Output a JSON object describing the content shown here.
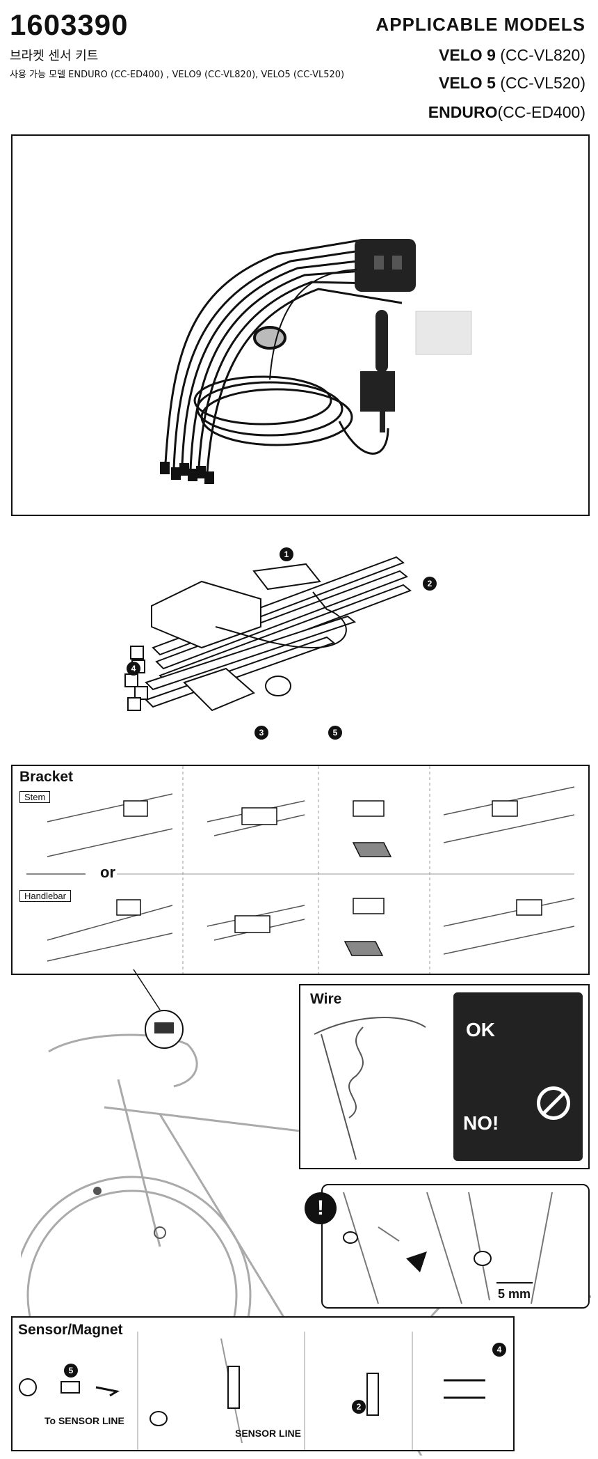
{
  "header": {
    "part_number": "1603390",
    "title_ko": "브라켓 센서 키트",
    "subtitle_ko": "사용 가능 모델 ENDURO (CC-ED400) , VELO9 (CC-VL820), VELO5 (CC-VL520)",
    "applicable_label": "APPLICABLE MODELS",
    "models": [
      {
        "name": "VELO 9",
        "code": "(CC-VL820)"
      },
      {
        "name": "VELO 5",
        "code": "(CC-VL520)"
      },
      {
        "name": "ENDURO",
        "code": "(CC-ED400)"
      }
    ]
  },
  "parts_diagram": {
    "callouts": [
      "1",
      "2",
      "3",
      "4",
      "5"
    ]
  },
  "bracket_panel": {
    "title": "Bracket",
    "stem_tag": "Stem",
    "or_text": "or",
    "handlebar_tag": "Handlebar"
  },
  "wire_panel": {
    "title": "Wire",
    "ok_text": "OK",
    "no_text": "NO!"
  },
  "gap_panel": {
    "gap_text": "5 mm"
  },
  "sensor_panel": {
    "title": "Sensor/Magnet",
    "to_sensor_line": "To SENSOR LINE",
    "sensor_line": "SENSOR LINE"
  }
}
